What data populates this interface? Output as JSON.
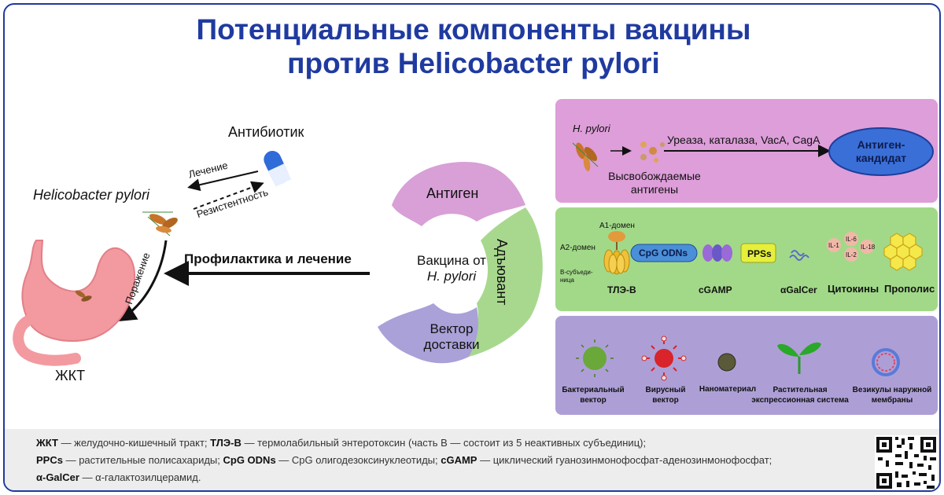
{
  "title": {
    "line1": "Потенциальные компоненты вакцины",
    "line2": "против Helicobacter pylori"
  },
  "left": {
    "antibiotic": "Антибиотик",
    "treatment": "Лечение",
    "resistance": "Резистентность",
    "hp": "Helicobacter pylori",
    "damage": "Поражение",
    "prophylaxis": "Профилактика и лечение",
    "gi": "ЖКТ"
  },
  "center": {
    "antigen": "Антиген",
    "adjuvant": "Адъювант",
    "vector_line1": "Вектор",
    "vector_line2": "доставки",
    "vaccine_line1": "Вакцина от",
    "vaccine_line2": "H. pylori"
  },
  "antigen_panel": {
    "hp": "H. pylori",
    "enzymes": "Уреаза, каталаза, VacA, CagA",
    "released_line1": "Высвобождаемые",
    "released_line2": "антигены",
    "candidate_line1": "Антиген-",
    "candidate_line2": "кандидат"
  },
  "adjuvant_panel": {
    "a1": "A1-домен",
    "a2": "A2-домен",
    "b1": "B-субъеди-",
    "b2": "ница",
    "ltb": "ТЛЭ-В",
    "cpg": "CpG ODNs",
    "cgamp": "cGAMP",
    "pps": "PPSs",
    "galcer": "αGalCer",
    "cytokines": "Цитокины",
    "propolis": "Прополис",
    "il1": "IL-1",
    "il6": "IL-6",
    "il18": "IL-18",
    "il2": "IL-2"
  },
  "vector_panel": {
    "bact_line1": "Бактериальный",
    "bact_line2": "вектор",
    "viral_line1": "Вирусный",
    "viral_line2": "вектор",
    "nano": "Наноматериал",
    "plant_line1": "Растительная",
    "plant_line2": "экспрессионная система",
    "omv_line1": "Везикулы наружной",
    "omv_line2": "мембраны"
  },
  "footer": {
    "l1_a": "ЖКТ",
    "l1_b": " — желудочно-кишечный тракт; ",
    "l1_c": "ТЛЭ-В",
    "l1_d": " — термолабильный энтеротоксин (часть В — состоит из 5 неактивных субъединиц);",
    "l2_a": "PPCs",
    "l2_b": " — растительные полисахариды; ",
    "l2_c": "CpG ODNs",
    "l2_d": " — CpG олигодезоксинуклеотиды; ",
    "l2_e": "cGAMP",
    "l2_f": " — циклический гуанозинмонофосфат-аденозинмонофосфат;",
    "l3_a": "α-GalCer",
    "l3_b": " — α-галактозилцерамид."
  },
  "colors": {
    "brand": "#1f3aa0",
    "antigen_panel": "#dd9ed9",
    "adjuvant_panel": "#a2d989",
    "vector_panel": "#ad9fd6"
  }
}
